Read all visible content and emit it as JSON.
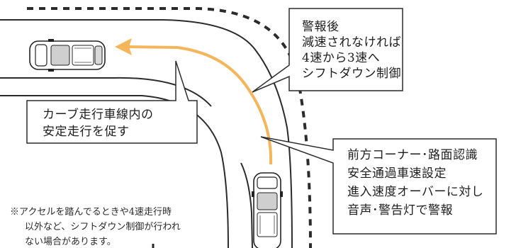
{
  "callouts": {
    "warning": {
      "lines": [
        "警報後",
        "減速されなければ",
        "4速から3速へ",
        "シフトダウン制御"
      ]
    },
    "curve": {
      "lines": [
        "カーブ走行車線内の",
        "安定走行を促す"
      ]
    },
    "front": {
      "lines": [
        "前方コーナー･路面認識",
        "安全通過車速設定",
        "進入速度オーバーに対し",
        "音声･警告灯で警報"
      ]
    }
  },
  "note": {
    "lines": [
      "※アクセルを踏んでるときや4速走行時",
      "以外など、シフトダウン制御が行われ",
      "ない場合があります。"
    ]
  },
  "colors": {
    "path_arrow": "#f5b55a",
    "road_line": "#2b2b2b",
    "dashed_line": "#2b2b2b",
    "callout_border": "#2b2b2b"
  },
  "icons": {
    "car_left": "car-top-view-icon",
    "car_bottom": "car-top-view-icon"
  }
}
